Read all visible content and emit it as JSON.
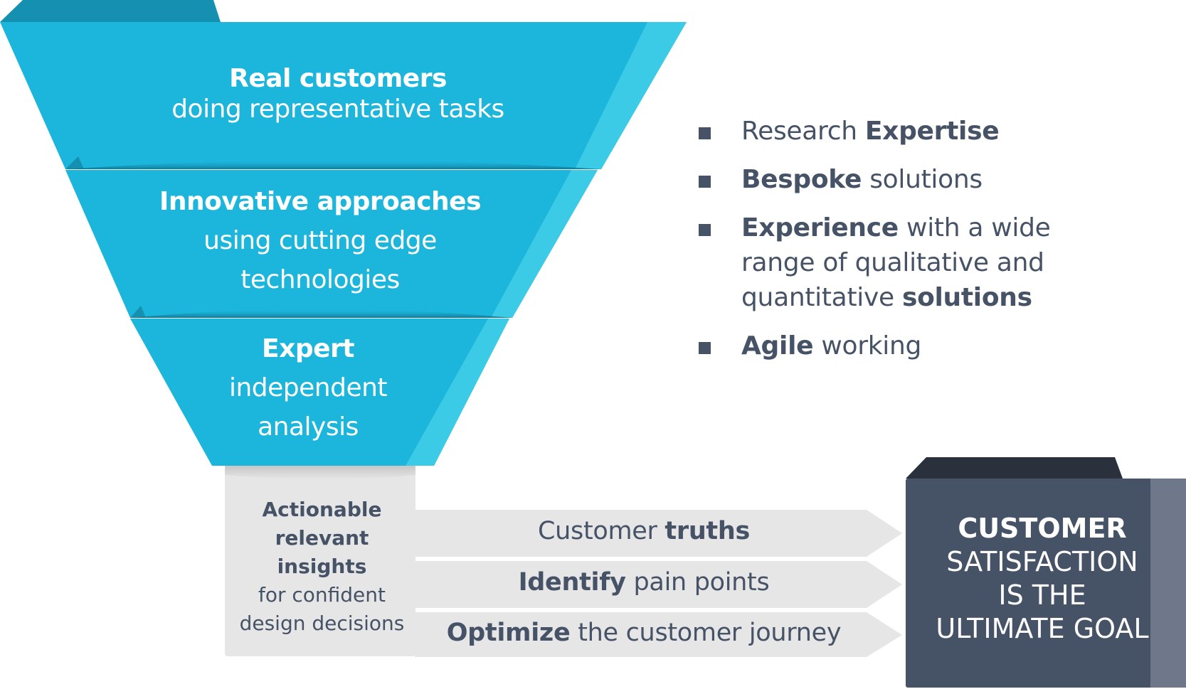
{
  "colors": {
    "funnel_main": "#1cb5dc",
    "funnel_side": "#3ccbe6",
    "funnel_back": "#1690b0",
    "panel_grey": "#e6e6e6",
    "text_slate": "#465266",
    "goal_box": "#465266",
    "goal_side": "#6e788a",
    "goal_top": "#2b313c"
  },
  "funnel": {
    "layers": [
      {
        "bold": "Real customers",
        "sub": [
          "doing representative tasks"
        ]
      },
      {
        "bold": "Innovative approaches",
        "sub": [
          "using cutting edge",
          "technologies"
        ]
      },
      {
        "bold": "Expert",
        "sub": [
          "independent",
          "analysis"
        ]
      }
    ]
  },
  "bullets": [
    {
      "icon": "square-bullet-icon",
      "parts": [
        {
          "text": "Research ",
          "bold": false
        },
        {
          "text": "Expertise",
          "bold": true
        }
      ]
    },
    {
      "icon": "square-bullet-icon",
      "parts": [
        {
          "text": "Bespoke",
          "bold": true
        },
        {
          "text": " solutions",
          "bold": false
        }
      ]
    },
    {
      "icon": "square-bullet-icon",
      "parts": [
        {
          "text": "Experience",
          "bold": true
        },
        {
          "text": " with a wide range of qualitative and quantitative ",
          "bold": false
        },
        {
          "text": "solutions",
          "bold": true
        }
      ]
    },
    {
      "icon": "square-bullet-icon",
      "parts": [
        {
          "text": "Agile",
          "bold": true
        },
        {
          "text": " working",
          "bold": false
        }
      ]
    }
  ],
  "insight": {
    "bold_lines": [
      "Actionable",
      "relevant",
      "insights"
    ],
    "lines": [
      "for confident",
      "design decisions"
    ]
  },
  "arrows": [
    {
      "parts": [
        {
          "text": "Customer ",
          "bold": false
        },
        {
          "text": "truths",
          "bold": true
        }
      ]
    },
    {
      "parts": [
        {
          "text": "Identify",
          "bold": true
        },
        {
          "text": " pain points",
          "bold": false
        }
      ]
    },
    {
      "parts": [
        {
          "text": "Optimize",
          "bold": true
        },
        {
          "text": " the customer journey",
          "bold": false
        }
      ]
    }
  ],
  "goal": {
    "bold": "CUSTOMER",
    "lines": [
      "SATISFACTION",
      "IS THE",
      "ULTIMATE GOAL"
    ]
  }
}
